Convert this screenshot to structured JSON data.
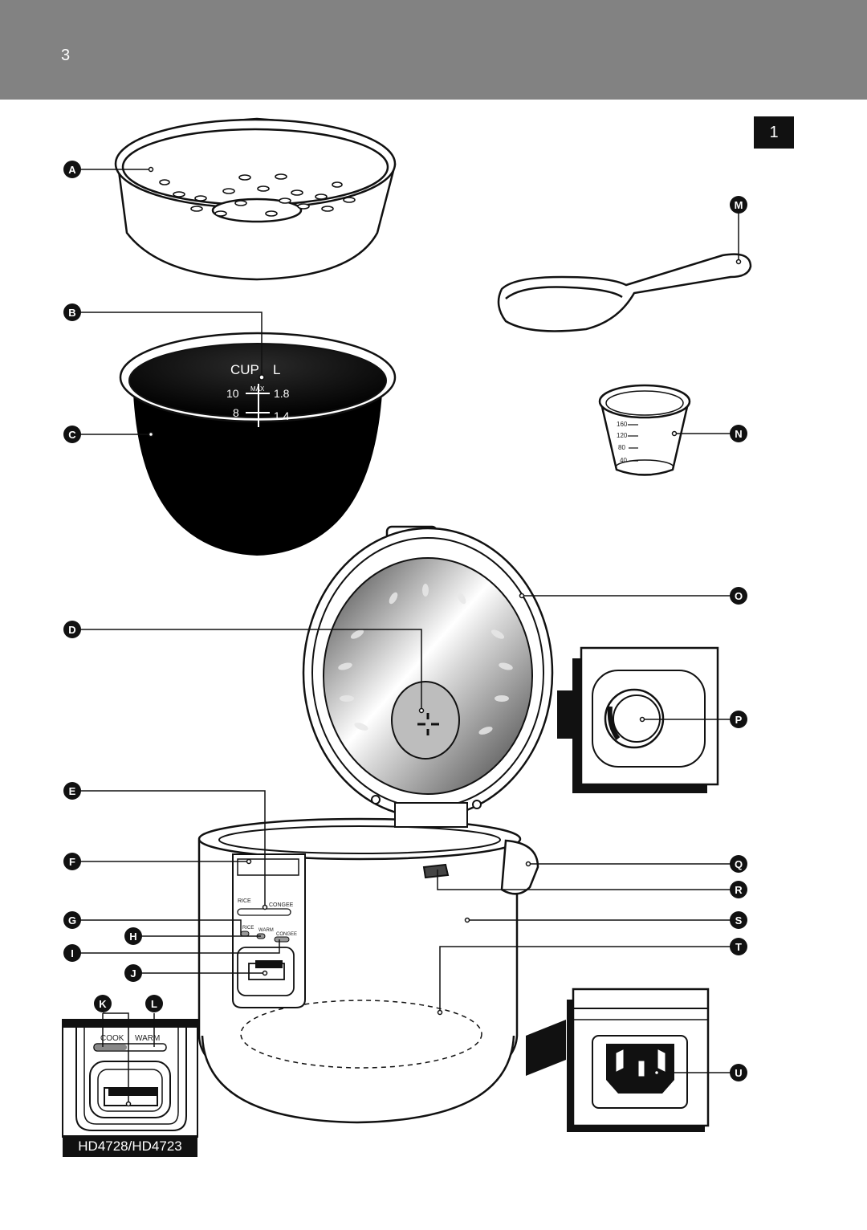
{
  "page": {
    "number": "3",
    "figure": "1"
  },
  "labels": [
    "A",
    "B",
    "C",
    "D",
    "E",
    "F",
    "G",
    "H",
    "I",
    "J",
    "K",
    "L",
    "M",
    "N",
    "O",
    "P",
    "Q",
    "R",
    "S",
    "T",
    "U"
  ],
  "inner_pot_scale": {
    "cup": "CUP",
    "liter": "L",
    "cup_10": "10",
    "cup_8": "8",
    "max": "MAX",
    "l_18": "1.8",
    "l_14": "1.4"
  },
  "measuring_cup_scale": [
    "160",
    "120",
    "80",
    "40"
  ],
  "control_panel": {
    "rice": "RICE",
    "congee": "CONGEE",
    "led_rice": "RICE",
    "led_warm": "WARM",
    "led_congee": "CONGEE"
  },
  "inset_panel": {
    "cook": "COOK",
    "warm": "WARM"
  },
  "model": "HD4728/HD4723"
}
